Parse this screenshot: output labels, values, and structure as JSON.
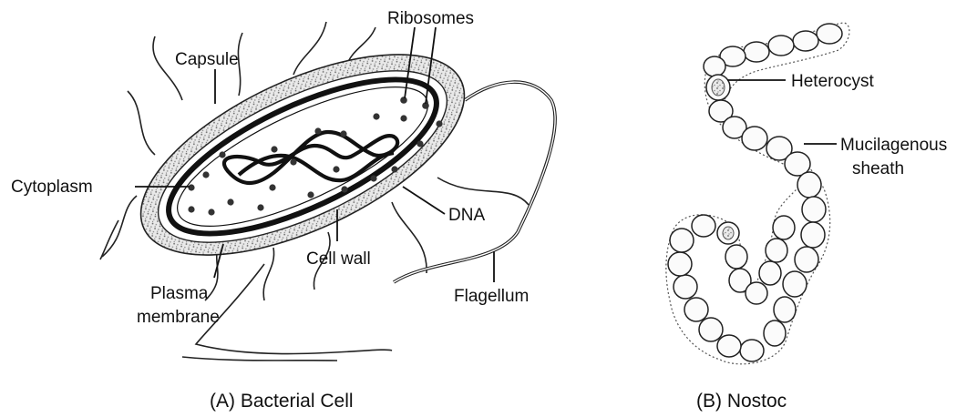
{
  "panel_a": {
    "caption": "(A) Bacterial Cell",
    "labels": {
      "ribosomes": "Ribosomes",
      "capsule": "Capsule",
      "cytoplasm": "Cytoplasm",
      "dna": "DNA",
      "cell_wall": "Cell wall",
      "plasma_membrane_1": "Plasma",
      "plasma_membrane_2": "membrane",
      "flagellum": "Flagellum"
    }
  },
  "panel_b": {
    "caption": "(B) Nostoc",
    "labels": {
      "heterocyst": "Heterocyst",
      "mucilagenous_1": "Mucilagenous",
      "mucilagenous_2": "sheath"
    }
  }
}
